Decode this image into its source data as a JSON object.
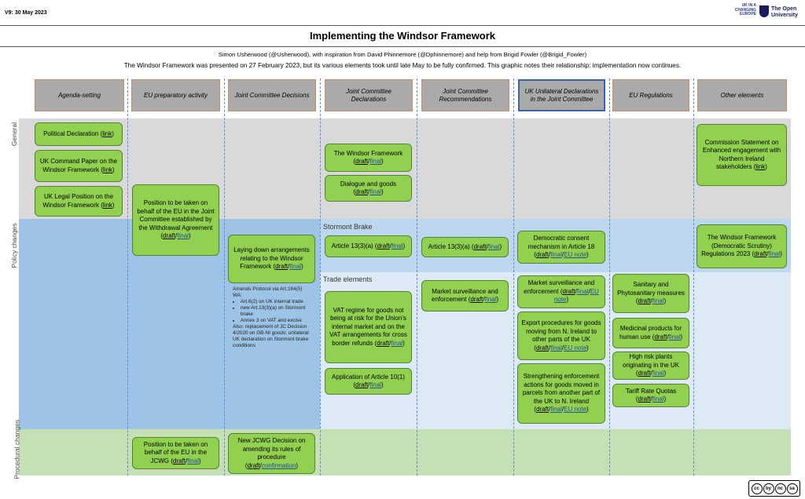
{
  "version": "V9: 30 May 2023",
  "logos": {
    "uk_lines": [
      "UK IN A",
      "CHANGING",
      "EUROPE"
    ],
    "ou_lines": [
      "The Open",
      "University"
    ]
  },
  "title": "Implementing the Windsor Framework",
  "credits": "Simon Usherwood (@Usherwood), with inspiration from David Phinnemore (@Dphinnemore) and help from Brigid Fowler (@Brigid_Fowler)",
  "intro": "The Windsor Framework was presented on 27 February 2023, but its various elements took until late May to be fully confirmed. This graphic notes their relationship: implementation now continues.",
  "columns": [
    "Agenda-setting",
    "EU preparatory activity",
    "Joint Committee Decisions",
    "Joint Committee Declarations",
    "Joint Committee Recommendations",
    "UK Unilateral Declarations in the Joint Committee",
    "EU Regulations",
    "Other elements"
  ],
  "rows": {
    "general": "General",
    "policy": "Policy changes",
    "procedural": "Procedural changes"
  },
  "sections": {
    "stormont": "Stormont Brake",
    "trade": "Trade elements"
  },
  "boxes": {
    "political": {
      "text": "Political Declaration",
      "links": [
        "link"
      ]
    },
    "command": {
      "text": "UK Command Paper on the Windsor Framework",
      "links": [
        "link"
      ]
    },
    "legal": {
      "text": "UK Legal Position on the Windsor Framework",
      "links": [
        "link"
      ]
    },
    "eu_position": {
      "text": "Position to be taken on behalf of the EU in the Joint Committee established by the Withdrawal Agreement",
      "links": [
        "draft",
        "final"
      ]
    },
    "laying": {
      "text": "Laying down arrangements relating to the Windsor Framework",
      "links": [
        "draft",
        "final"
      ]
    },
    "windsor": {
      "text": "The Windsor Framework",
      "links": [
        "draft",
        "final"
      ]
    },
    "dialogue": {
      "text": "Dialogue and goods",
      "links": [
        "draft",
        "final"
      ]
    },
    "art133a_decl": {
      "text": "Article 13(3)(a)",
      "links": [
        "draft",
        "final"
      ]
    },
    "art133a_rec": {
      "text": "Article 13(3)(a)",
      "links": [
        "draft",
        "final"
      ]
    },
    "consent": {
      "text": "Democratic consent mechanism in Article 18",
      "links": [
        "draft",
        "final",
        "EU note"
      ]
    },
    "vat": {
      "text": "VAT regime for goods not being at risk for the Union's internal market and on the VAT arrangements for cross border refunds",
      "links": [
        "draft",
        "final"
      ]
    },
    "art101": {
      "text": "Application of Article 10(1)",
      "links": [
        "draft",
        "final"
      ]
    },
    "market_rec": {
      "text": "Market surveillance and enforcement",
      "links": [
        "draft",
        "final"
      ]
    },
    "market_ud": {
      "text": "Market surveillance and enforcement",
      "links": [
        "draft",
        "final",
        "EU note"
      ]
    },
    "export": {
      "text": "Export procedures for goods moving from N. Ireland to other parts of the UK",
      "links": [
        "draft",
        "final",
        "EU note"
      ]
    },
    "parcels": {
      "text": "Strengthening enforcement actions for goods moved in parcels from another part of the UK to N. Ireland",
      "links": [
        "draft",
        "final",
        "EU note"
      ]
    },
    "sps": {
      "text": "Sanitary and Phytosanitary measures",
      "links": [
        "draft",
        "final"
      ]
    },
    "medicinal": {
      "text": "Medicinal products for human use",
      "links": [
        "draft",
        "final"
      ]
    },
    "plants": {
      "text": "High risk plants originating in the UK",
      "links": [
        "draft",
        "final"
      ]
    },
    "trq": {
      "text": "Tariff Rate Quotas",
      "links": [
        "draft",
        "final"
      ]
    },
    "commission": {
      "text": "Commission Statement on Enhanced engagement with Northern Ireland stakeholders",
      "links": [
        "link"
      ]
    },
    "scrutiny": {
      "text": "The Windsor Framework (Democratic Scrutiny) Regulations 2023",
      "links": [
        "draft",
        "final"
      ]
    },
    "jcwg_pos": {
      "text": "Position to be taken on behalf of the EU in the JCWG",
      "links": [
        "draft",
        "final"
      ]
    },
    "jcwg_dec": {
      "text": "New JCWG Decision on amending its rules of procedure",
      "links": [
        "draft",
        "confirmation"
      ]
    }
  },
  "amends_note": {
    "intro": "Amends Protocol via Art.164(5) WA:",
    "items": [
      "Art.6(2) on UK internal trade",
      "new Art.13(3)(a) on Stormont brake",
      "Annex 3 on VAT and excise"
    ],
    "also": "Also: replacement of JC Decision 4/2020 on GB-NI goods; unilateral UK declaration on Stormont brake conditions"
  },
  "license": [
    "cc",
    "by",
    "nc",
    "sa"
  ]
}
